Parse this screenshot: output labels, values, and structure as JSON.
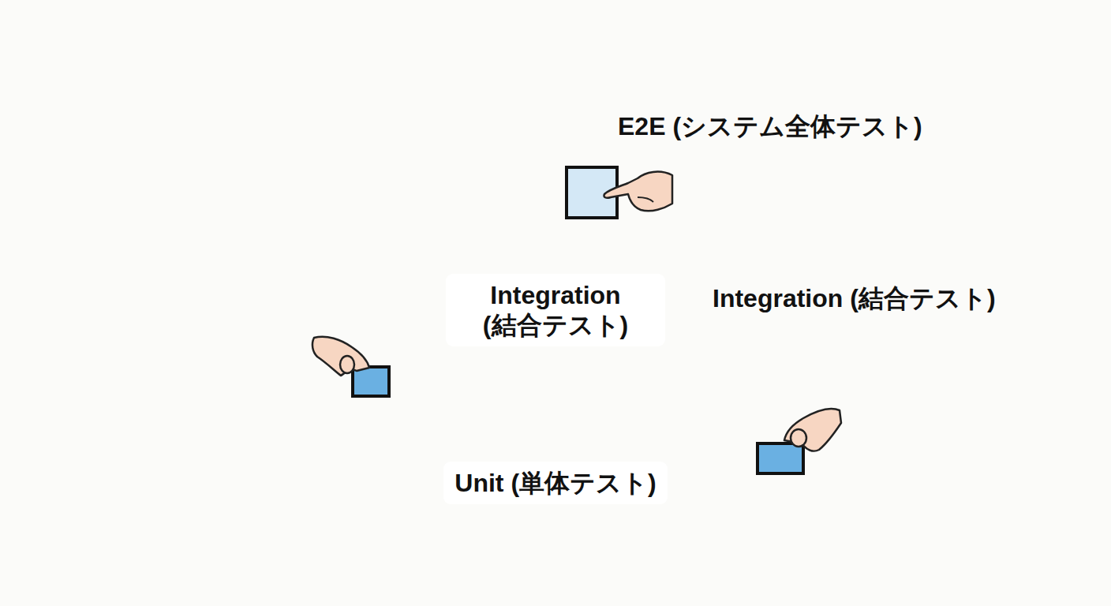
{
  "diagram": {
    "nodes": [
      {
        "text": [
          "E2E (システム全体テスト)"
        ]
      },
      {
        "text": [
          "Integration (結合テスト)",
          "Integration (結合テスト)"
        ]
      },
      {
        "text": [
          "Unit (単体テスト)"
        ]
      }
    ]
  }
}
